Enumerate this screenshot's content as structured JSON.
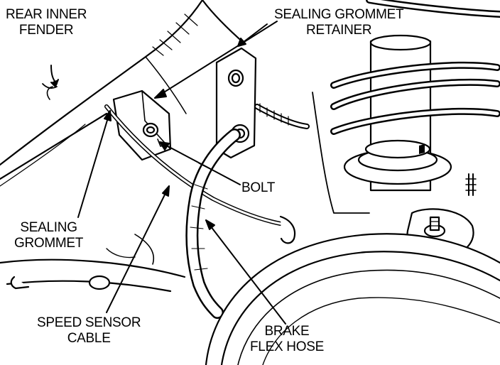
{
  "diagram": {
    "colors": {
      "ink": "#000000",
      "paper": "#ffffff"
    },
    "labels": {
      "rear_inner_fender": [
        "REAR INNER",
        "FENDER"
      ],
      "sealing_grommet_retainer": [
        "SEALING GROMMET",
        "RETAINER"
      ],
      "bolt": [
        "BOLT"
      ],
      "sealing_grommet": [
        "SEALING",
        "GROMMET"
      ],
      "speed_sensor_cable": [
        "SPEED SENSOR",
        "CABLE"
      ],
      "brake_flex_hose": [
        "BRAKE",
        "FLEX HOSE"
      ]
    }
  }
}
